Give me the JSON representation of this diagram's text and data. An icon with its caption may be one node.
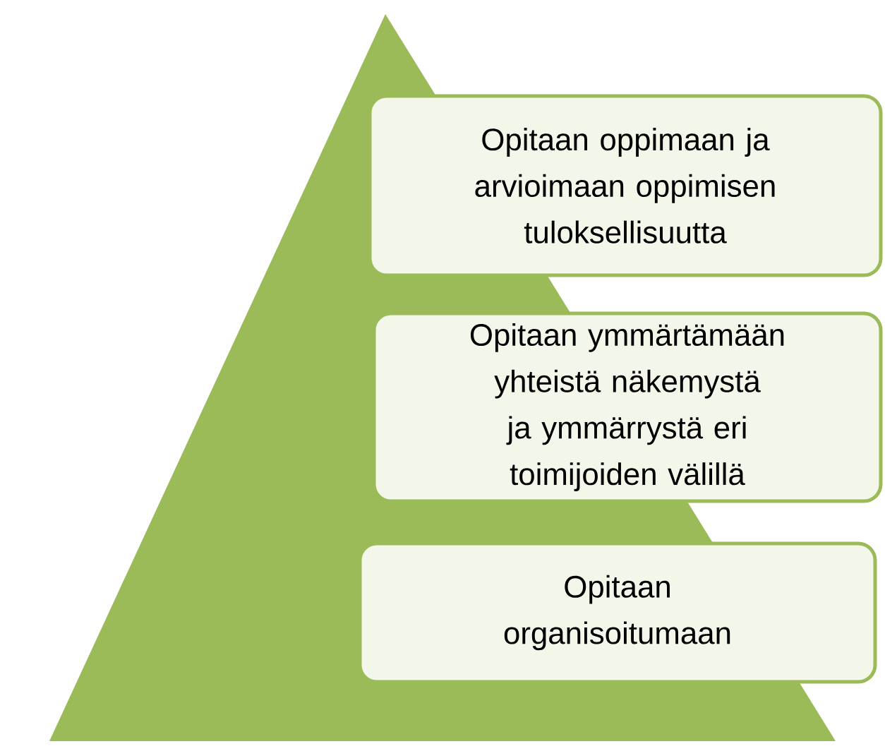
{
  "diagram": {
    "nodes": [
      {
        "text": [
          "Opitaan oppimaan ja arvioimaan oppimisen tuloksellisuutta"
        ]
      },
      {
        "text": [
          "Opitaan ymmärtämään yhteistä näkemystä ja ymmärrystä eri toimijoiden välillä"
        ]
      },
      {
        "text": [
          "Opitaan organisoitumaan"
        ]
      }
    ]
  }
}
